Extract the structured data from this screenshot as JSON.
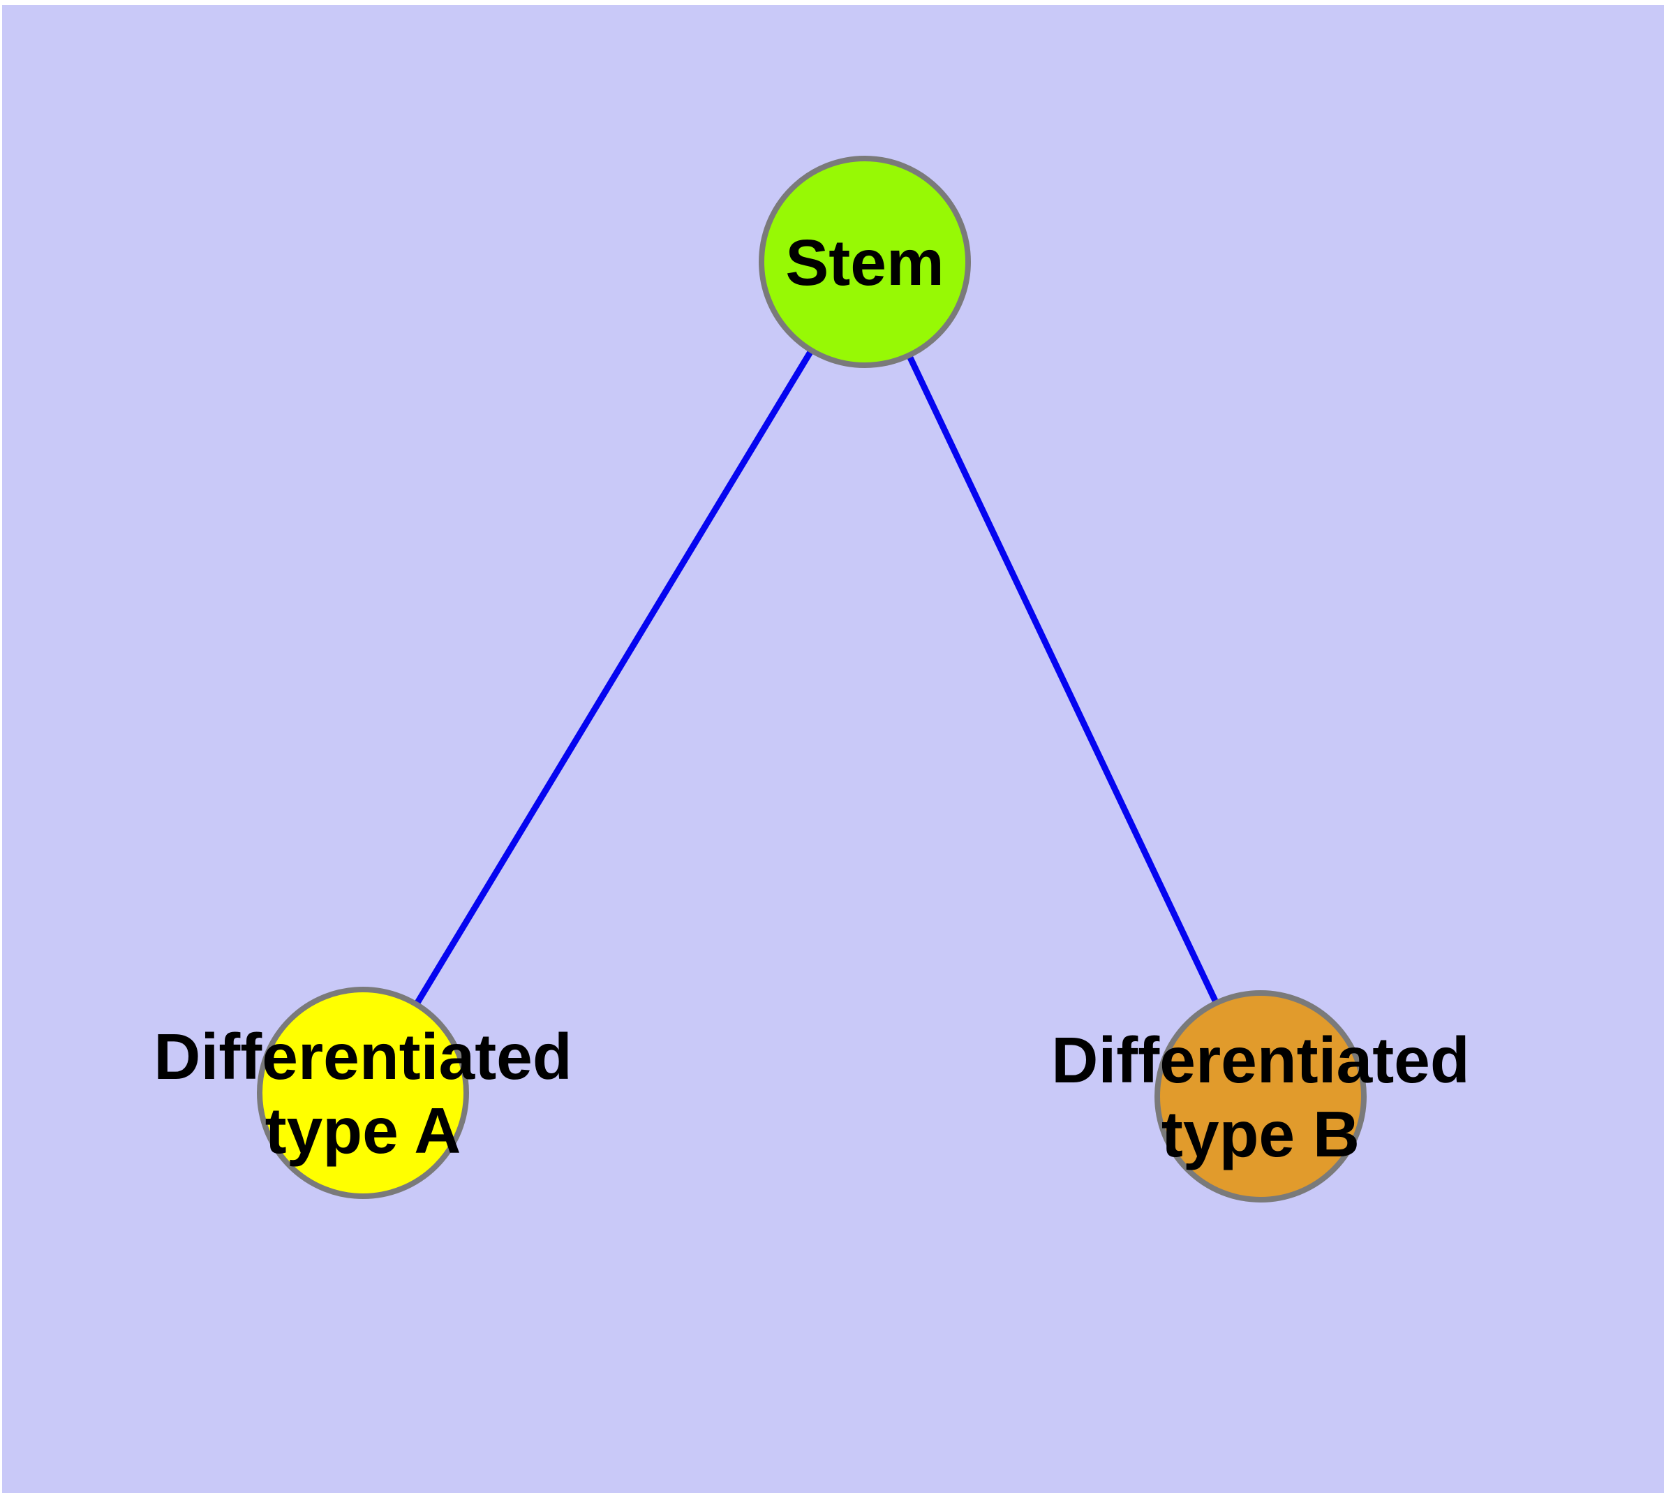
{
  "diagram": {
    "type": "graph",
    "background_color": "#C9C9F8",
    "margin_color": "#FFFFFF",
    "edge_color": "#0505F0",
    "node_border_color": "#7A7A7A",
    "label_color": "#000000",
    "nodes": [
      {
        "id": "stem",
        "label": "Stem",
        "fill": "#97F905",
        "label_lines": [
          "Stem"
        ]
      },
      {
        "id": "differentiated-type-a",
        "label": "Differentiated type A",
        "fill": "#FFFF00",
        "label_lines": [
          "Differentiated",
          "type A"
        ]
      },
      {
        "id": "differentiated-type-b",
        "label": "Differentiated type B",
        "fill": "#E19B2C",
        "label_lines": [
          "Differentiated",
          "type B"
        ]
      }
    ],
    "edges": [
      {
        "from": "Stem",
        "to": "Differentiated type A"
      },
      {
        "from": "Stem",
        "to": "Differentiated type B"
      }
    ]
  }
}
